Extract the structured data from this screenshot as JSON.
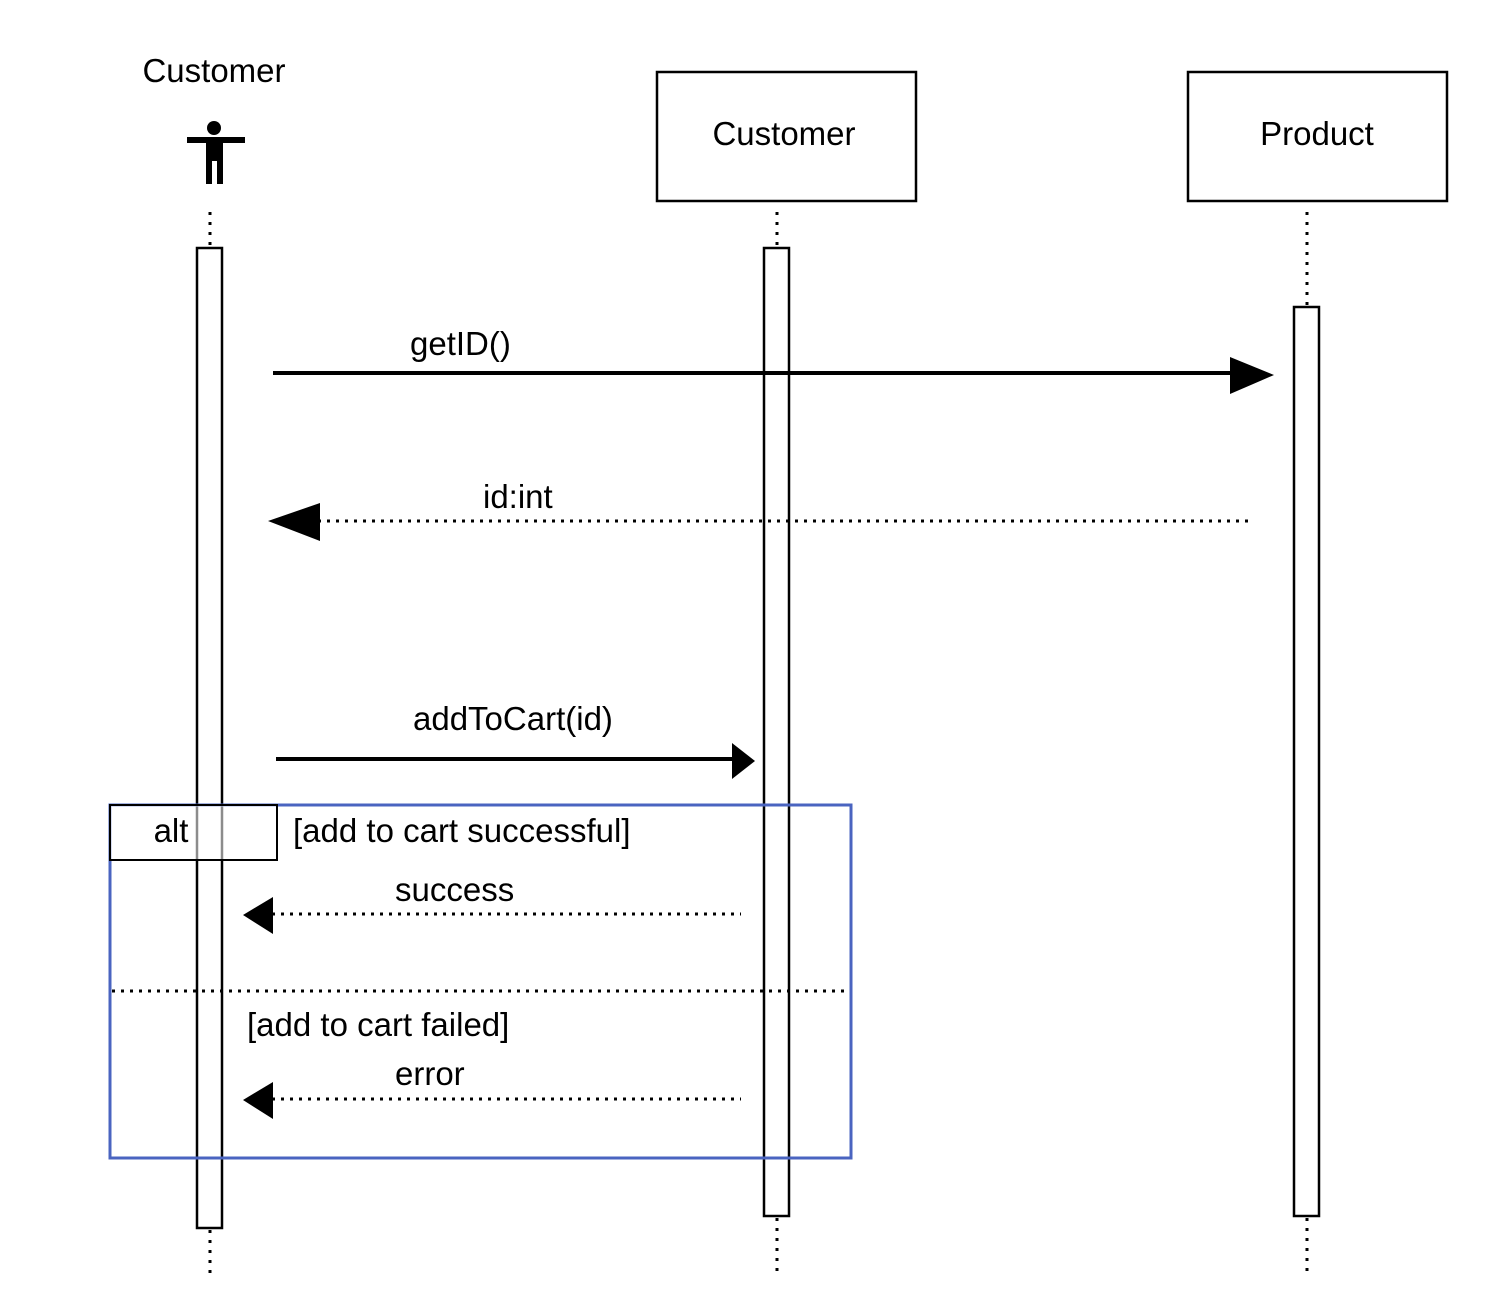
{
  "participants": {
    "actor": {
      "label": "Customer",
      "icon": "actor-stick-figure-icon"
    },
    "customer_object": {
      "label": "Customer"
    },
    "product_object": {
      "label": "Product"
    }
  },
  "messages": {
    "get_id": {
      "label": "getID()",
      "style": "synchronous"
    },
    "id_int": {
      "label": "id:int",
      "style": "return"
    },
    "add_to_cart": {
      "label": "addToCart(id)",
      "style": "synchronous"
    },
    "success": {
      "label": "success",
      "style": "return"
    },
    "error": {
      "label": "error",
      "style": "return"
    }
  },
  "alt_fragment": {
    "operator": "alt",
    "guard_1": "[add to cart successful]",
    "guard_2": "[add to cart failed]"
  },
  "colors": {
    "fragment_border": "#4a64c0",
    "lines": "#000000"
  }
}
